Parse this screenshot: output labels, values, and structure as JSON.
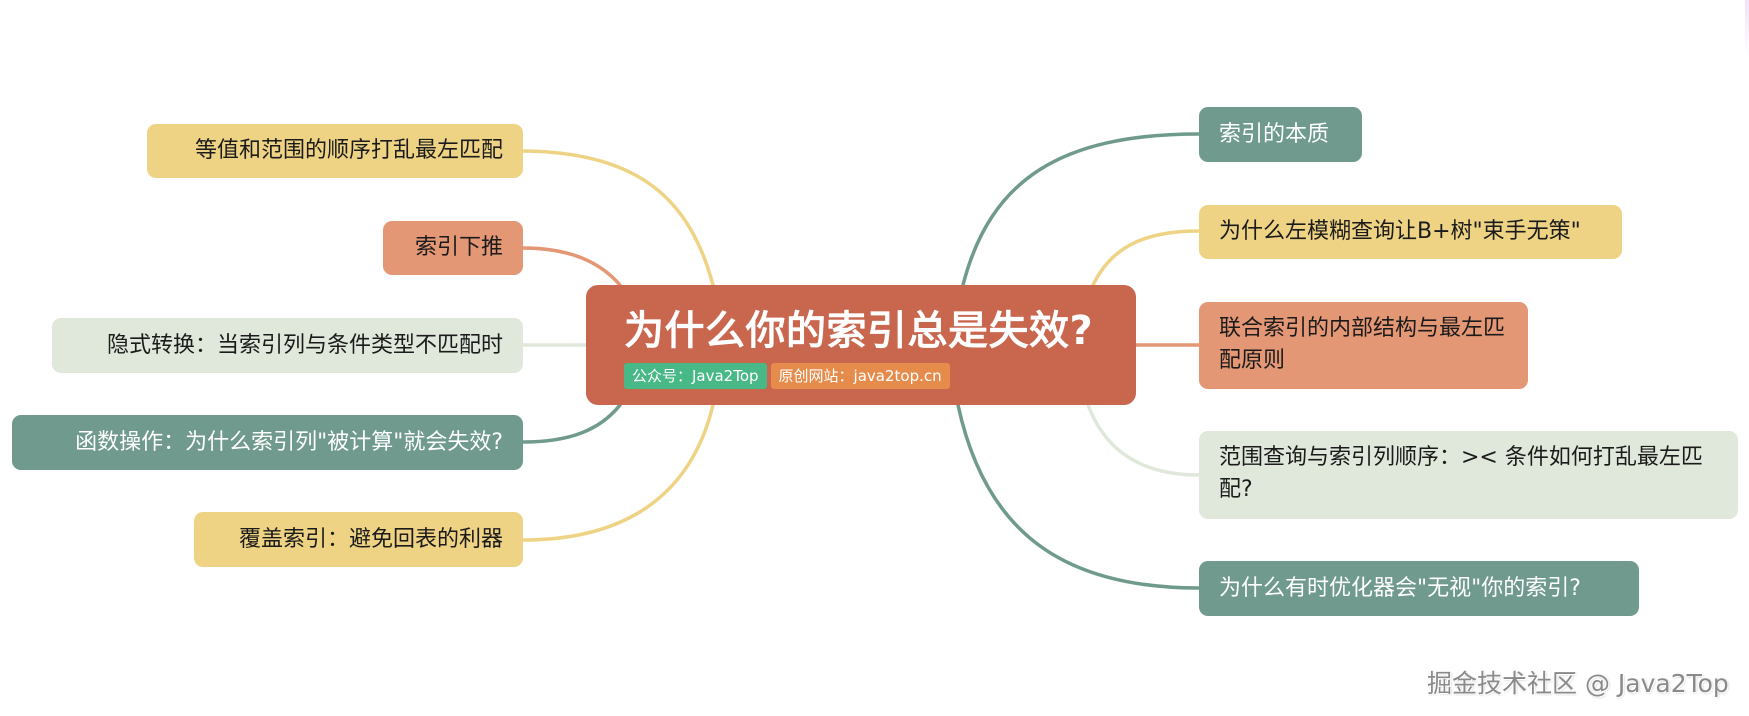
{
  "root": {
    "title": "为什么你的索引总是失效?",
    "tags": [
      {
        "label": "公众号：Java2Top",
        "color": "#47b886"
      },
      {
        "label": "原创网站：java2top.cn",
        "color": "#e58c4c"
      }
    ],
    "color": "#c8664e"
  },
  "left_nodes": [
    {
      "label": "等值和范围的顺序打乱最左匹配",
      "color": "#eed384"
    },
    {
      "label": "索引下推",
      "color": "#e39775"
    },
    {
      "label": "隐式转换：当索引列与条件类型不匹配时",
      "color": "#dfe8da"
    },
    {
      "label": "函数操作：为什么索引列\"被计算\"就会失效?",
      "color": "#6f9a8d"
    },
    {
      "label": "覆盖索引：避免回表的利器",
      "color": "#eed384"
    }
  ],
  "right_nodes": [
    {
      "label": "索引的本质",
      "color": "#6f9a8d"
    },
    {
      "label": "为什么左模糊查询让B+树\"束手无策\"",
      "color": "#eed384"
    },
    {
      "label": "联合索引的内部结构与最左匹配原则",
      "color": "#e39775"
    },
    {
      "label": "范围查询与索引列顺序：>< 条件如何打乱最左匹配?",
      "color": "#dfe8da"
    },
    {
      "label": "为什么有时优化器会\"无视\"你的索引?",
      "color": "#6f9a8d"
    }
  ],
  "watermark": "掘金技术社区 @ Java2Top"
}
